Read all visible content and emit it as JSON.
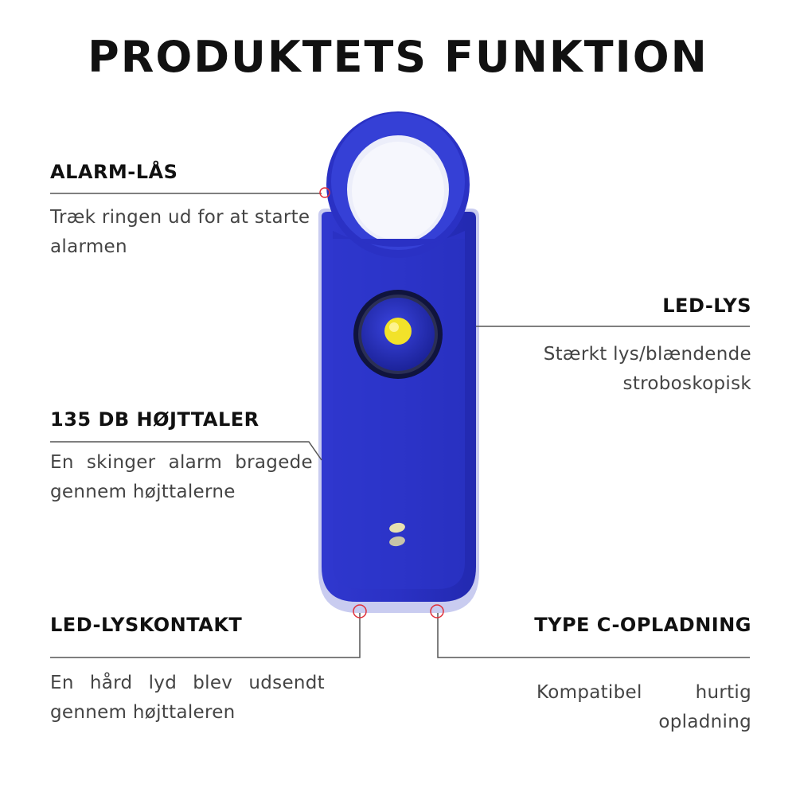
{
  "title": "PRODUKTETS FUNKTION",
  "features": {
    "alarm_lock": {
      "heading": "ALARM-LÅS",
      "text": "Træk ringen ud for at starte alarmen"
    },
    "led_light": {
      "heading": "LED-LYS",
      "text": "Stærkt lys/blændende stroboskopisk"
    },
    "speaker": {
      "heading": "135 DB HØJTTALER",
      "text": "En skinger alarm bragede gennem højttalerne"
    },
    "led_switch": {
      "heading": "LED-LYSKONTAKT",
      "text": "En hård lyd blev udsendt gennem højttaleren"
    },
    "type_c": {
      "heading": "TYPE C-OPLADNING",
      "text": "Kompatibel hurtig opladning"
    }
  },
  "colors": {
    "device_blue": "#2b33c9",
    "device_dark": "#1f27a8",
    "ring_light": "#e6e8f8",
    "led_yellow": "#f2e22a",
    "marker_red": "#e0303a",
    "line_gray": "#555555"
  }
}
